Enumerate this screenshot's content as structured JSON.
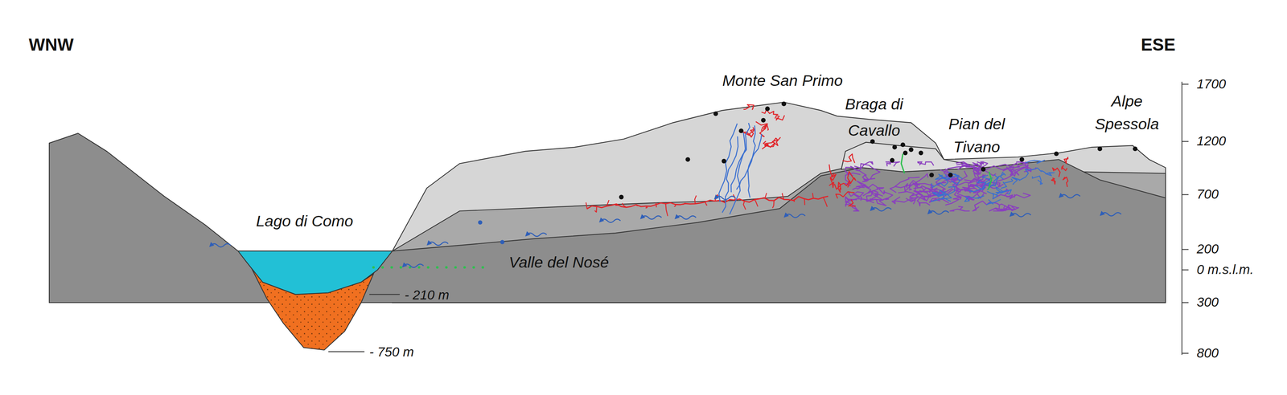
{
  "diagram": {
    "labels": [
      "WNW",
      "ESE",
      "Monte San Primo",
      "Braga di Cavallo",
      "Pian del Tivano",
      "Alpe Spessola",
      "Lago di Como",
      "Valle del Nosé",
      "- 210 m",
      "- 750 m",
      "1700",
      "1200",
      "700",
      "200",
      "0 m.s.l.m.",
      "300",
      "800"
    ]
  }
}
